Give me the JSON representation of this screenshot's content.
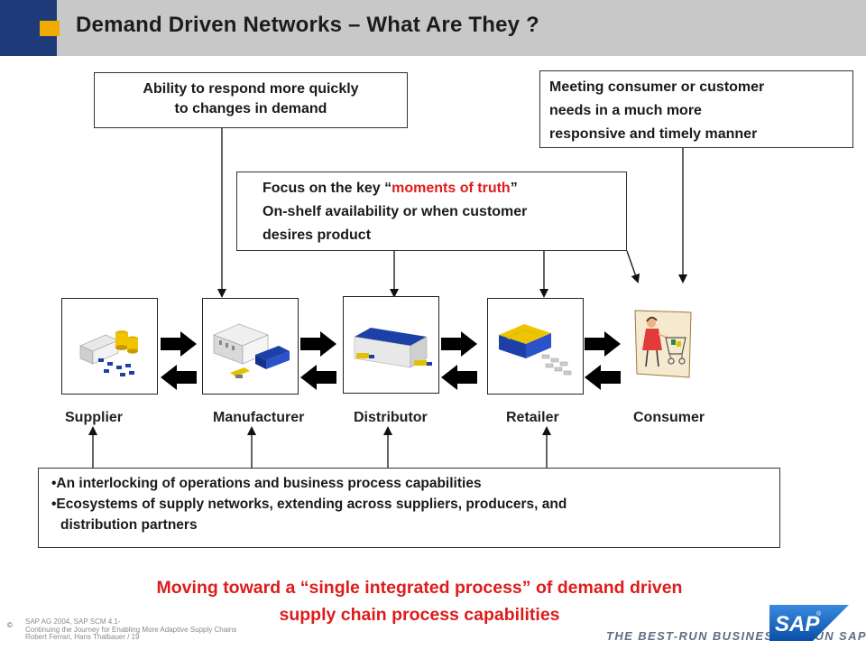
{
  "title": "Demand Driven Networks – What Are They ?",
  "callouts": {
    "responsiveness": [
      "Ability to respond more quickly",
      "to changes in demand"
    ],
    "consumer_needs": [
      "Meeting consumer or customer",
      "needs in a much more",
      "responsive and timely manner"
    ],
    "moments": {
      "line1_pre": "Focus on the key “",
      "line1_red": "moments of truth",
      "line1_post": "”",
      "line2": "On-shelf availability or when customer",
      "line3": "desires product"
    },
    "network": {
      "bullet1": "•An interlocking of operations and business process capabilities",
      "bullet2": "•Ecosystems of supply networks, extending across suppliers, producers, and",
      "bullet2_cont": "distribution partners"
    }
  },
  "chain": [
    "Supplier",
    "Manufacturer",
    "Distributor",
    "Retailer",
    "Consumer"
  ],
  "tagline": [
    "Moving toward a “single integrated process” of demand driven",
    "supply chain process capabilities"
  ],
  "footer": {
    "copyright": "©",
    "fine_print": [
      "SAP AG 2004, SAP SCM 4.1-",
      "Continuing the Journey for Enabling More Adaptive Supply Chains",
      "Robert Ferrari, Hans Thalbauer / 19"
    ],
    "logo": "SAP",
    "slogan": "THE BEST-RUN BUSINESSES RUN SAP"
  },
  "colors": {
    "header_band": "#c8c8c8",
    "header_blue": "#1e3a78",
    "header_orange": "#f0ab00",
    "accent_red": "#e11b1b",
    "sap_blue": "#0a5bb5"
  }
}
